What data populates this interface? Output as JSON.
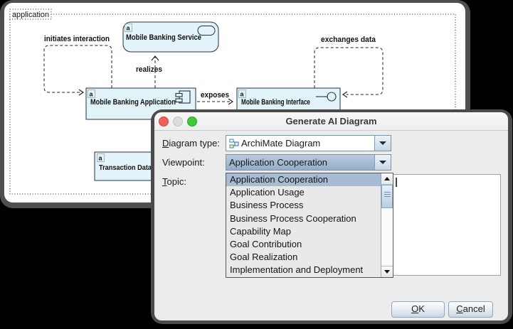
{
  "diagram": {
    "container_label": "application",
    "elements": {
      "service": {
        "badge": "a",
        "label": "Mobile Banking Service"
      },
      "application": {
        "badge": "a",
        "label": "Mobile Banking Application"
      },
      "interface": {
        "badge": "a",
        "label": "Mobile Banking Interface"
      },
      "transaction_data": {
        "badge": "a",
        "label": "Transaction Data"
      }
    },
    "relations": {
      "initiates": "initiates interaction",
      "realizes": "realizes",
      "exposes": "exposes",
      "exchanges": "exchanges data"
    }
  },
  "dialog": {
    "title": "Generate AI Diagram",
    "diagram_type_label_initial": "D",
    "diagram_type_label_rest": "iagram type:",
    "diagram_type_value": "ArchiMate Diagram",
    "viewpoint_label": "Viewpoint:",
    "viewpoint_value": "Application Cooperation",
    "topic_label_initial": "T",
    "topic_label_rest": "opic:",
    "viewpoint_options": [
      "Application Cooperation",
      "Application Usage",
      "Business Process",
      "Business Process Cooperation",
      "Capability Map",
      "Goal Contribution",
      "Goal Realization",
      "Implementation and Deployment"
    ],
    "selected_option": "Application Cooperation",
    "ok_initial": "O",
    "ok_rest": "K",
    "cancel_initial": "C",
    "cancel_rest": "ancel"
  },
  "colors": {
    "element_fill": "#e3f3fa",
    "element_stroke": "#273238",
    "selection_blue": "#a7bbd2",
    "dialog_bg": "#ececec",
    "traffic_red": "#ee6156",
    "traffic_gray": "#dcdcdc",
    "traffic_green": "#3dc93c"
  }
}
